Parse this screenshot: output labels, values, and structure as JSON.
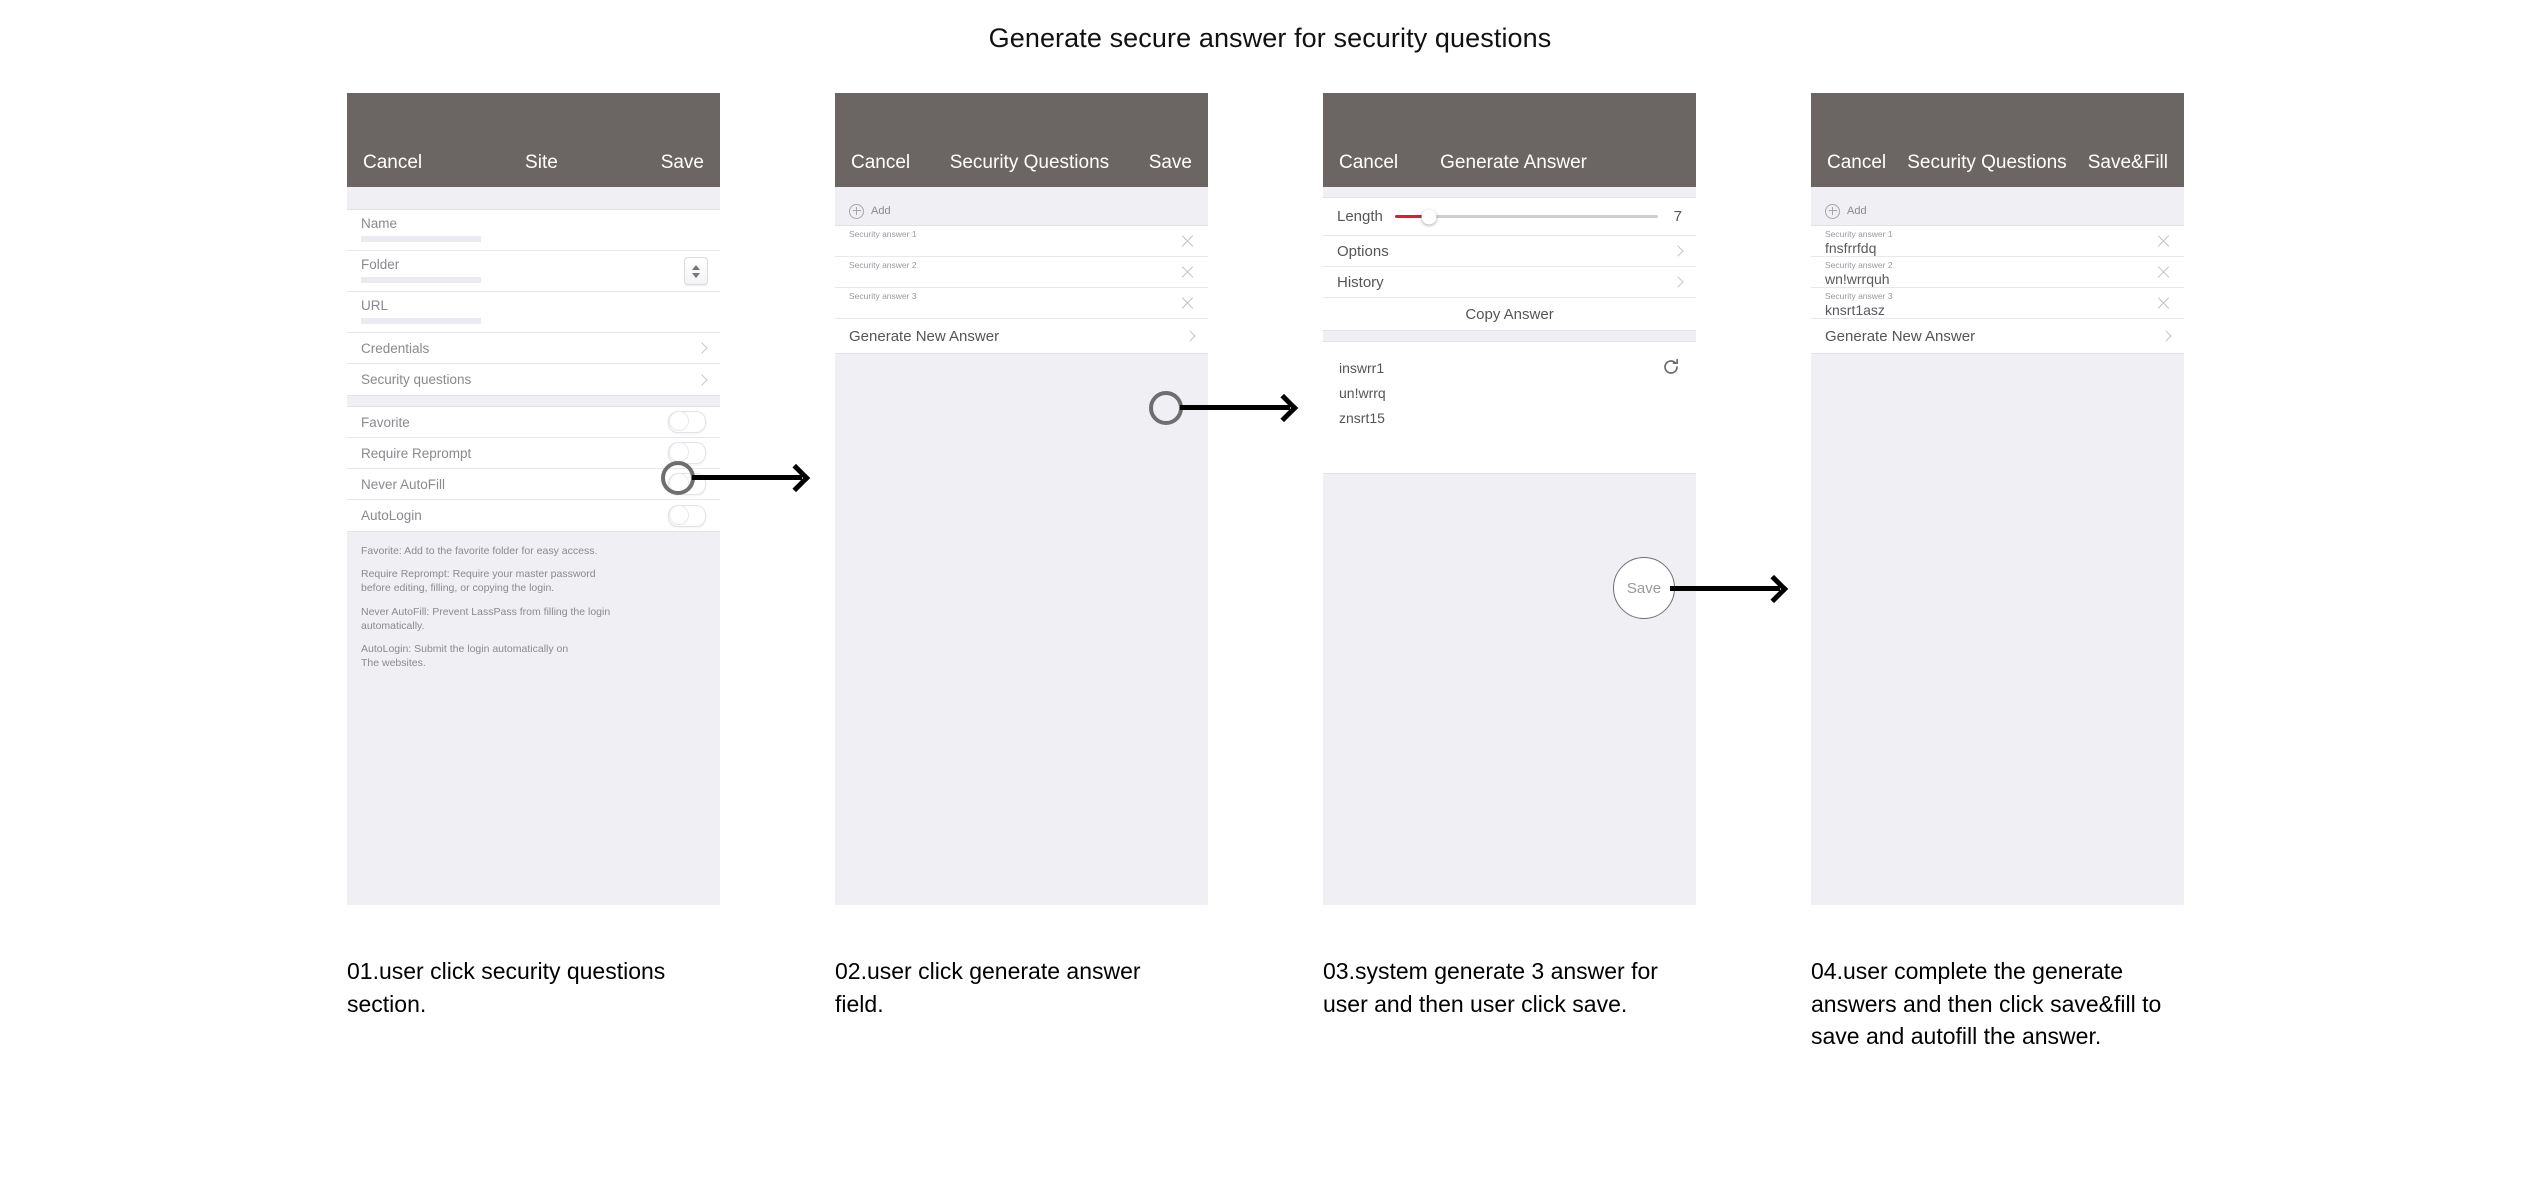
{
  "title": "Generate secure answer for security questions",
  "phones": [
    {
      "nav": {
        "cancel": "Cancel",
        "title": "Site",
        "action": "Save"
      },
      "fields": [
        {
          "label": "Name",
          "value": ""
        },
        {
          "label": "Folder",
          "value": ""
        },
        {
          "label": "URL",
          "value": ""
        }
      ],
      "disclosures": [
        {
          "label": "Credentials"
        },
        {
          "label": "Security questions"
        }
      ],
      "toggles": [
        {
          "label": "Favorite",
          "on": false
        },
        {
          "label": "Require Reprompt",
          "on": false
        },
        {
          "label": "Never AutoFill",
          "on": false
        },
        {
          "label": "AutoLogin",
          "on": false
        }
      ],
      "help": [
        "Favorite: Add to the favorite folder for easy access.",
        "Require Reprompt: Require your master password\nbefore editing, filling, or copying the login.",
        "Never AutoFill: Prevent LassPass from filling the login\nautomatically.",
        "AutoLogin: Submit the login automatically on\nThe websites."
      ]
    },
    {
      "nav": {
        "cancel": "Cancel",
        "title": "Security Questions",
        "action": "Save"
      },
      "add_label": "Add",
      "answers": [
        {
          "caption": "Security answer 1",
          "value": ""
        },
        {
          "caption": "Security answer 2",
          "value": ""
        },
        {
          "caption": "Security answer 3",
          "value": ""
        }
      ],
      "generate_label": "Generate New Answer"
    },
    {
      "nav": {
        "cancel": "Cancel",
        "title": "Generate Answer",
        "action": ""
      },
      "length_label": "Length",
      "length_value": "7",
      "options_label": "Options",
      "history_label": "History",
      "copy_label": "Copy Answer",
      "results": [
        "inswrr1",
        "un!wrrq",
        "znsrt15"
      ],
      "save_button_label": "Save"
    },
    {
      "nav": {
        "cancel": "Cancel",
        "title": "Security Questions",
        "action": "Save&Fill"
      },
      "add_label": "Add",
      "answers": [
        {
          "caption": "Security answer 1",
          "value": "fnsfrrfdq"
        },
        {
          "caption": "Security answer 2",
          "value": "wn!wrrquh"
        },
        {
          "caption": "Security answer 3",
          "value": "knsrt1asz"
        }
      ],
      "generate_label": "Generate New Answer"
    }
  ],
  "captions": [
    "01.user click security questions section.",
    "02.user click generate answer field.",
    "03.system generate 3 answer for user and then user click save.",
    "04.user complete the generate answers and then click save&fill to save and autofill the answer."
  ],
  "colors": {
    "navbar": "#6b6663",
    "body_bg": "#f0eff4",
    "accent_red": "#e8192c",
    "callout": "#6e6e6e"
  }
}
